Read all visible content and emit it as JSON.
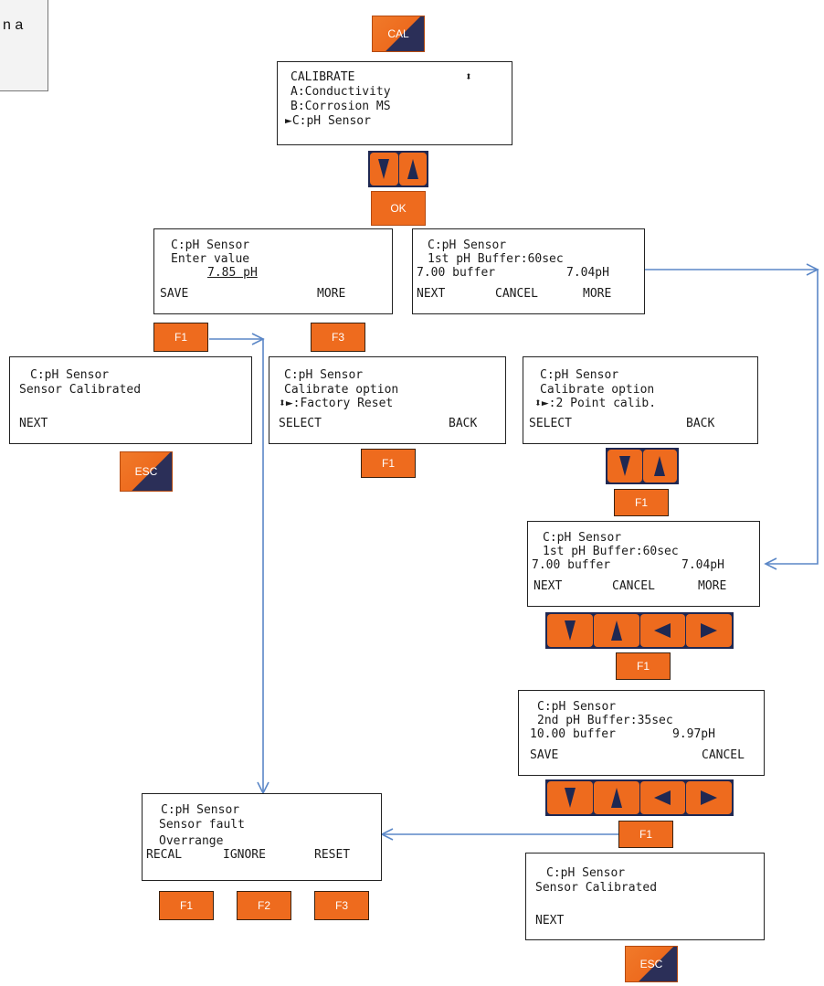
{
  "colors": {
    "key_orange": "#ee6b1e",
    "key_navy": "#1f2852",
    "connector_blue": "#5b87c7"
  },
  "note": {
    "text": "n a"
  },
  "keys": {
    "cal": "CAL",
    "ok": "OK",
    "esc": "ESC",
    "f1": "F1",
    "f2": "F2",
    "f3": "F3"
  },
  "screens": {
    "calibrate_menu": {
      "title": "CALIBRATE",
      "scroll": "⬍",
      "item_a": "A:Conductivity",
      "item_b": "B:Corrosion MS",
      "item_c": "►C:pH Sensor"
    },
    "enter_value": {
      "l1": "C:pH Sensor",
      "l2": "Enter value",
      "l3": "7.85 pH",
      "save": "SAVE",
      "more": "MORE"
    },
    "buffer_first_top": {
      "l1": "C:pH Sensor",
      "l2": "1st pH Buffer:60sec",
      "l3a": "7.00 buffer",
      "l3b": "7.04pH",
      "next": "NEXT",
      "cancel": "CANCEL",
      "more": "MORE"
    },
    "calibrated_left": {
      "l1": "C:pH Sensor",
      "l2": "Sensor Calibrated",
      "next": "NEXT"
    },
    "factory_reset": {
      "l1": "C:pH Sensor",
      "l2": "Calibrate option",
      "l3": "⬍►:Factory Reset",
      "select": "SELECT",
      "back": "BACK"
    },
    "two_point": {
      "l1": "C:pH Sensor",
      "l2": "Calibrate option",
      "l3": "⬍►:2 Point calib.",
      "select": "SELECT",
      "back": "BACK"
    },
    "buffer_first_mid": {
      "l1": "C:pH Sensor",
      "l2": "1st pH Buffer:60sec",
      "l3a": "7.00 buffer",
      "l3b": "7.04pH",
      "next": "NEXT",
      "cancel": "CANCEL",
      "more": "MORE"
    },
    "buffer_second": {
      "l1": "C:pH Sensor",
      "l2": "2nd pH Buffer:35sec",
      "l3a": "10.00 buffer",
      "l3b": "9.97pH",
      "save": "SAVE",
      "cancel": "CANCEL"
    },
    "sensor_fault": {
      "l1": "C:pH Sensor",
      "l2": "Sensor fault",
      "l3": "Overrange",
      "recal": "RECAL",
      "ignore": "IGNORE",
      "reset": "RESET"
    },
    "calibrated_right": {
      "l1": "C:pH Sensor",
      "l2": "Sensor Calibrated",
      "next": "NEXT"
    }
  }
}
